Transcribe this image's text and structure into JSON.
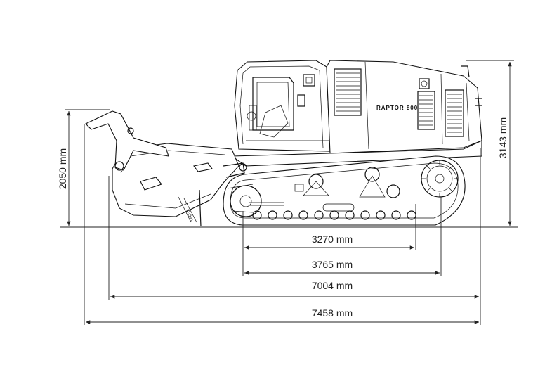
{
  "drawing": {
    "machine_label": "RAPTOR 800",
    "dimensions": {
      "front_height": "2050 mm",
      "total_height": "3143 mm",
      "track_contact": "3270 mm",
      "track_length": "3765 mm",
      "length_head_down": "7004 mm",
      "overall_length": "7458 mm"
    }
  }
}
